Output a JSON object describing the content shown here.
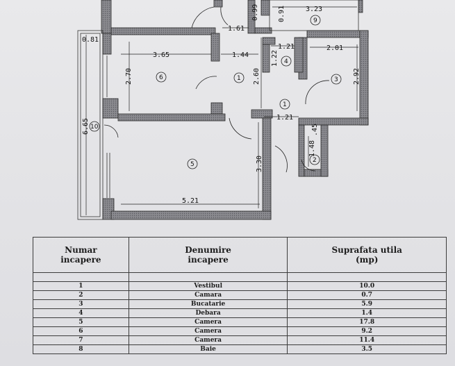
{
  "plan": {
    "dimensions": [
      "1.61",
      "0.99",
      "0.91",
      "3.23",
      "0.81",
      "3.65",
      "1.44",
      "1.22",
      "1.21",
      "2.01",
      "2.70",
      "2.60",
      "2.92",
      "1.21",
      "6.65",
      "3.30",
      "5.21",
      ".45",
      "1.48"
    ],
    "room_markers": [
      "1",
      "2",
      "3",
      "4",
      "5",
      "6",
      "9",
      "10",
      "1"
    ]
  },
  "table": {
    "headers": [
      "Numar\nincapere",
      "Denumire\nincapere",
      "Suprafata utila\n(mp)"
    ],
    "rows": [
      {
        "nr": "1",
        "name": "Vestibul",
        "area": "10.0"
      },
      {
        "nr": "2",
        "name": "Camara",
        "area": "0.7"
      },
      {
        "nr": "3",
        "name": "Bucatarie",
        "area": "5.9"
      },
      {
        "nr": "4",
        "name": "Debara",
        "area": "1.4"
      },
      {
        "nr": "5",
        "name": "Camera",
        "area": "17.8"
      },
      {
        "nr": "6",
        "name": "Camera",
        "area": "9.2"
      },
      {
        "nr": "7",
        "name": "Camera",
        "area": "11.4"
      },
      {
        "nr": "8",
        "name": "Baie",
        "area": "3.5"
      }
    ]
  }
}
